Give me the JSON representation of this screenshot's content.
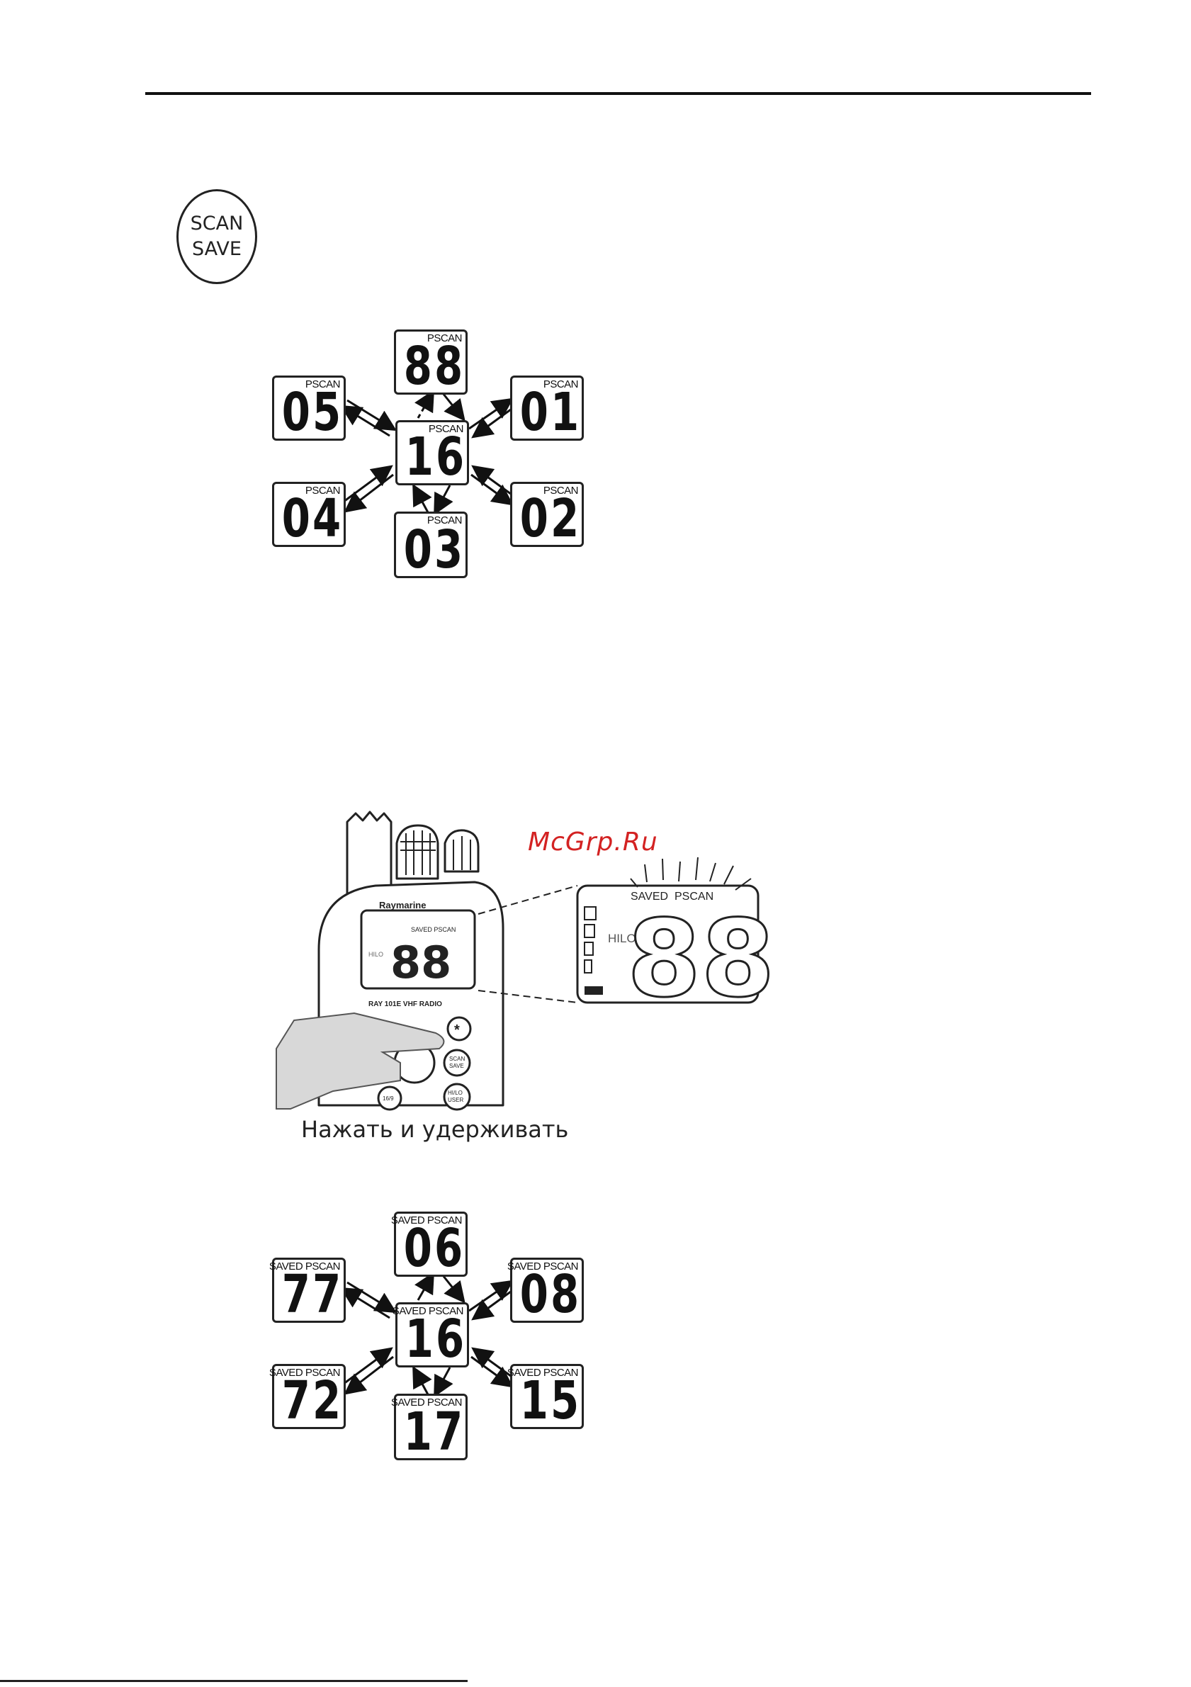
{
  "scan_key": {
    "line1": "SCAN",
    "line2": "SAVE"
  },
  "diagram_top": {
    "label": "PSCAN",
    "center": "16",
    "displays": [
      "88",
      "01",
      "02",
      "03",
      "04",
      "05"
    ]
  },
  "handset": {
    "brand": "Raymarine",
    "model": "RAY 101E VHF RADIO",
    "small_label": "SAVED PSCAN",
    "hilo": "HILO",
    "big_digits": "88",
    "big_saved": "SAVED",
    "big_pscan": "PSCAN",
    "key_star": "*",
    "key_scan_1": "SCAN",
    "key_scan_2": "SAVE",
    "key_hilo_1": "HI/LO",
    "key_hilo_2": "USER",
    "key_left": "16/9"
  },
  "caption": "Нажать и удерживать",
  "watermark": "McGrp.Ru",
  "diagram_bottom": {
    "label": "SAVED PSCAN",
    "center": "16",
    "displays": [
      "06",
      "08",
      "15",
      "17",
      "72",
      "77"
    ]
  }
}
